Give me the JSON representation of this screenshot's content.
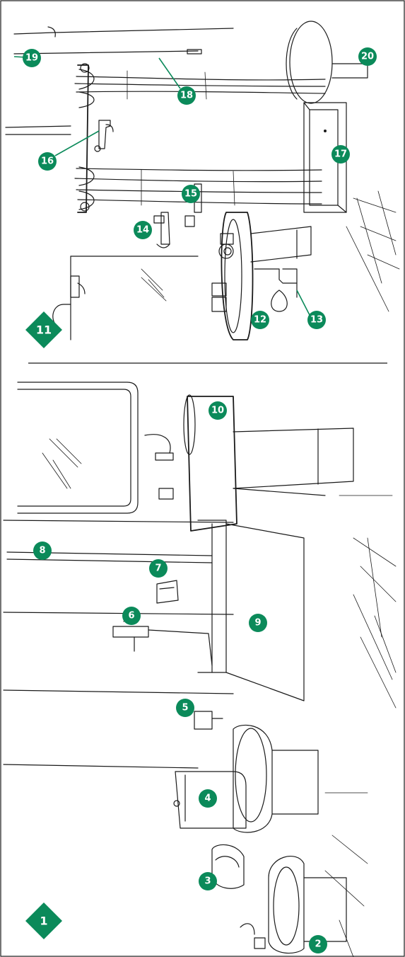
{
  "accent_color": "#0b8a5a",
  "diagram_markers": {
    "m1": "1",
    "m11": "11"
  },
  "callouts": {
    "c2": "2",
    "c3": "3",
    "c4": "4",
    "c5": "5",
    "c6": "6",
    "c7": "7",
    "c8": "8",
    "c9": "9",
    "c10": "10",
    "c12": "12",
    "c13": "13",
    "c14": "14",
    "c15": "15",
    "c16": "16",
    "c17": "17",
    "c18": "18",
    "c19": "19",
    "c20": "20"
  }
}
